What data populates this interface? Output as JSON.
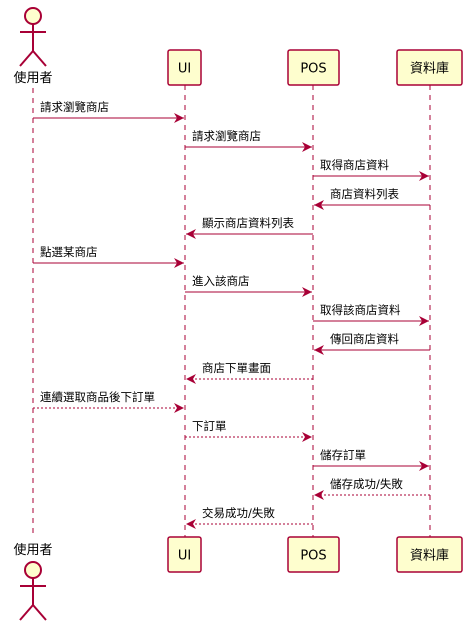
{
  "colors": {
    "box_fill": "#FEFECE",
    "box_stroke": "#A80036",
    "arrow": "#A80036",
    "lifeline": "#A80036",
    "text": "#000000"
  },
  "participants": [
    {
      "id": "user",
      "label": "使用者",
      "kind": "actor"
    },
    {
      "id": "ui",
      "label": "UI",
      "kind": "participant"
    },
    {
      "id": "pos",
      "label": "POS",
      "kind": "participant"
    },
    {
      "id": "db",
      "label": "資料庫",
      "kind": "participant"
    }
  ],
  "messages": [
    {
      "from": "user",
      "to": "ui",
      "text": "請求瀏覽商店",
      "style": "solid"
    },
    {
      "from": "ui",
      "to": "pos",
      "text": "請求瀏覽商店",
      "style": "solid"
    },
    {
      "from": "pos",
      "to": "db",
      "text": "取得商店資料",
      "style": "solid"
    },
    {
      "from": "db",
      "to": "pos",
      "text": "商店資料列表",
      "style": "solid"
    },
    {
      "from": "pos",
      "to": "ui",
      "text": "顯示商店資料列表",
      "style": "solid"
    },
    {
      "from": "user",
      "to": "ui",
      "text": "點選某商店",
      "style": "solid"
    },
    {
      "from": "ui",
      "to": "pos",
      "text": "進入該商店",
      "style": "solid"
    },
    {
      "from": "pos",
      "to": "db",
      "text": "取得該商店資料",
      "style": "solid"
    },
    {
      "from": "db",
      "to": "pos",
      "text": "傳回商店資料",
      "style": "solid"
    },
    {
      "from": "pos",
      "to": "ui",
      "text": "商店下單畫面",
      "style": "dashed"
    },
    {
      "from": "user",
      "to": "ui",
      "text": "連續選取商品後下訂單",
      "style": "dashed"
    },
    {
      "from": "ui",
      "to": "pos",
      "text": "下訂單",
      "style": "dashed"
    },
    {
      "from": "pos",
      "to": "db",
      "text": "儲存訂單",
      "style": "solid"
    },
    {
      "from": "db",
      "to": "pos",
      "text": "儲存成功/失敗",
      "style": "dashed"
    },
    {
      "from": "pos",
      "to": "ui",
      "text": "交易成功/失敗",
      "style": "dashed"
    }
  ]
}
